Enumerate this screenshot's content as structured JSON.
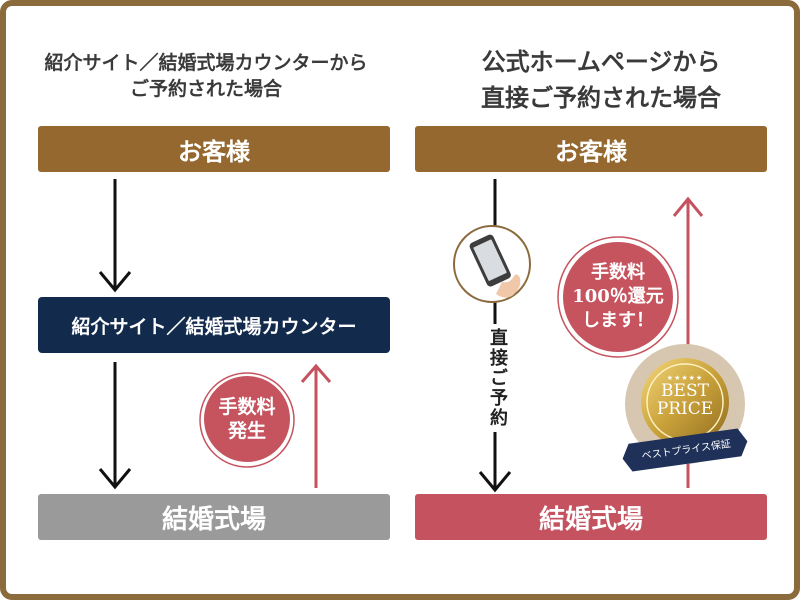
{
  "left": {
    "title_line1": "紹介サイト／結婚式場カウンターから",
    "title_line2": "ご予約された場合",
    "customer_label": "お客様",
    "intermediary_label": "紹介サイト／結婚式場カウンター",
    "venue_label": "結婚式場",
    "fee_badge_line1": "手数料",
    "fee_badge_line2": "発生"
  },
  "right": {
    "title_line1": "公式ホームページから",
    "title_line2": "直接ご予約された場合",
    "customer_label": "お客様",
    "direct_label": "直接ご予約",
    "venue_label": "結婚式場",
    "refund_line1": "手数料",
    "refund_line2": "100％還元",
    "refund_line3": "します！",
    "seal_stars": "★★★★★",
    "seal_text1": "BEST",
    "seal_text2": "PRICE",
    "seal_ribbon": "ベストプライス保証"
  },
  "colors": {
    "frame": "#8b6a3c",
    "brown": "#95682f",
    "navy": "#122b4d",
    "gray": "#9a9a9a",
    "red": "#c4525f",
    "gold": "#c9a13b"
  },
  "icons": [
    "smartphone-icon",
    "best-price-seal-icon"
  ]
}
